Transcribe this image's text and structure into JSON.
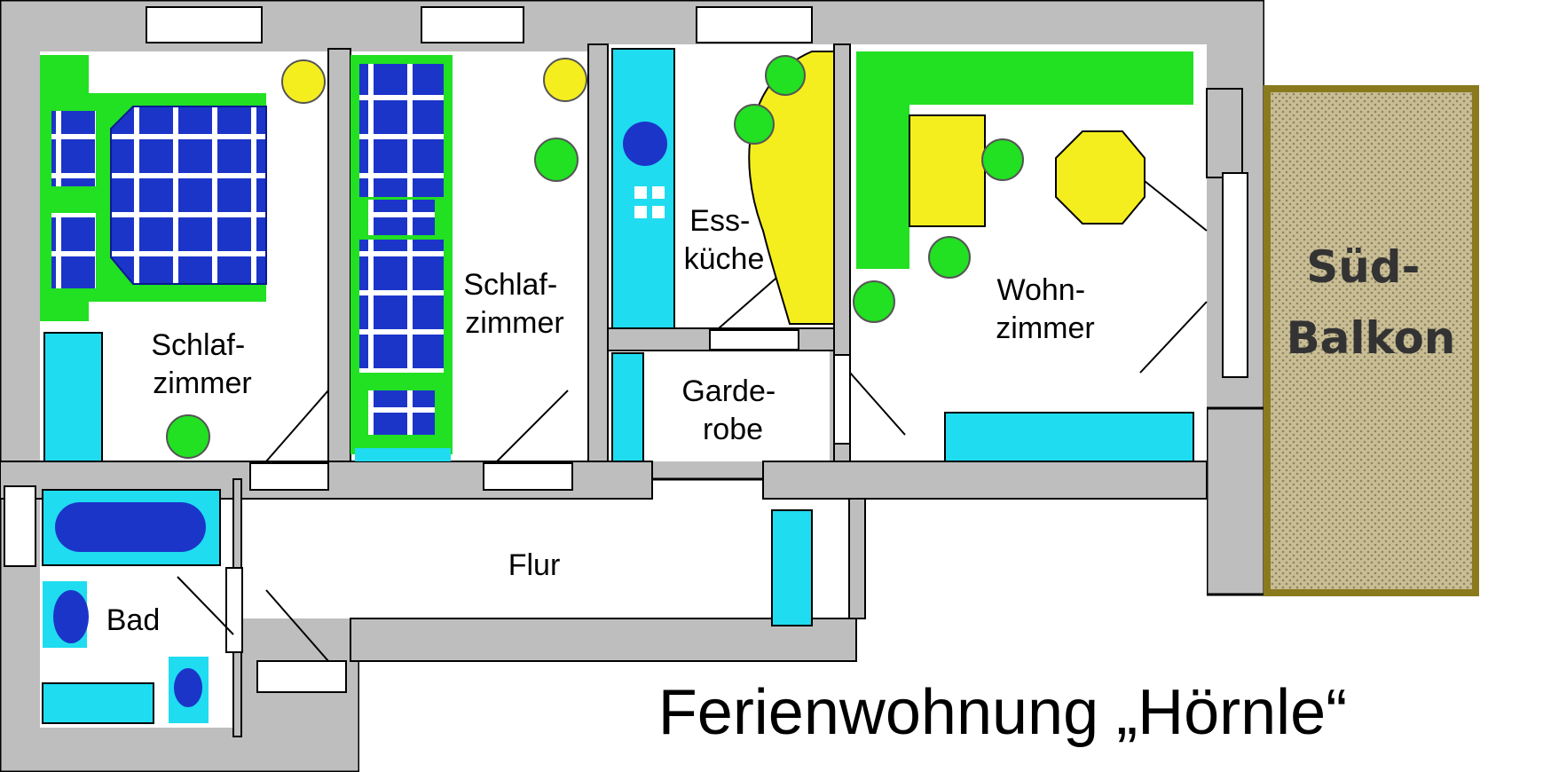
{
  "plan": {
    "title": "Ferienwohnung „Hörnle“",
    "rooms": {
      "schlafzimmer_1": [
        "Schlaf-",
        "zimmer"
      ],
      "schlafzimmer_2": [
        "Schlaf-",
        "zimmer"
      ],
      "esskueche": [
        "Ess-",
        "küche"
      ],
      "wohnzimmer": [
        "Wohn-",
        "zimmer"
      ],
      "garderobe": [
        "Garde-",
        "robe"
      ],
      "flur": "Flur",
      "bad": "Bad",
      "balkon": [
        "Süd-",
        "Balkon"
      ]
    },
    "colors": {
      "wall": "#bebebe",
      "floor": "#ffffff",
      "bed": "#1b35c9",
      "furniture_green": "#22e022",
      "furniture_cyan": "#1fdcf0",
      "furniture_yellow": "#f5ee1e",
      "balcony": "#c9bd94",
      "balcony_border": "#8a7a1e",
      "outline": "#000000"
    }
  }
}
